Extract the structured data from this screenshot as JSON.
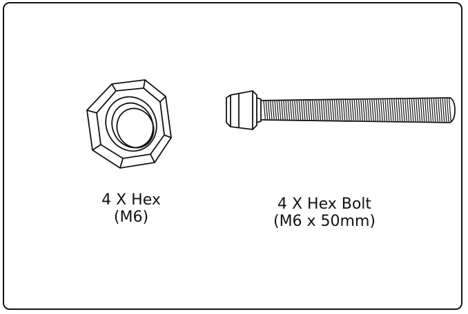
{
  "parts": [
    {
      "icon": "hex-nut-icon",
      "quantity_line": "4 X Hex",
      "size_line": "(M6)"
    },
    {
      "icon": "hex-bolt-icon",
      "quantity_line": "4 X Hex Bolt",
      "size_line": "(M6 x 50mm)"
    }
  ]
}
